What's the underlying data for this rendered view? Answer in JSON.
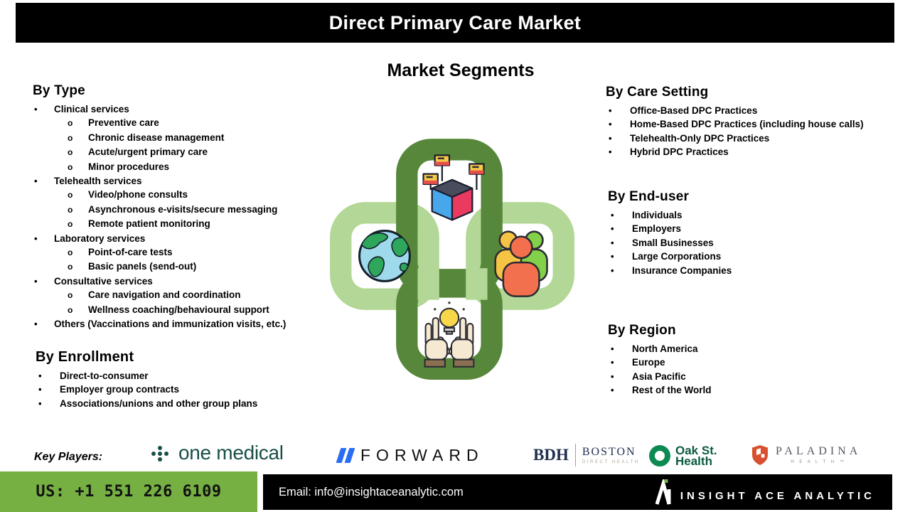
{
  "header": {
    "title": "Direct Primary Care Market"
  },
  "main_title": "Market Segments",
  "bullets": {
    "level1": "•",
    "level2": "o"
  },
  "sections": {
    "by_type": {
      "heading": "By Type",
      "items": [
        "Clinical services",
        "Preventive care",
        "Chronic disease management",
        "Acute/urgent primary care",
        "Minor procedures",
        "Telehealth services",
        "Video/phone consults",
        "Asynchronous e-visits/secure messaging",
        "Remote patient monitoring",
        "Laboratory services",
        "Point-of-care tests",
        "Basic panels (send-out)",
        "Consultative services",
        "Care navigation and coordination",
        "Wellness coaching/behavioural support",
        "Others (Vaccinations and immunization visits, etc.)"
      ]
    },
    "by_enrollment": {
      "heading": "By Enrollment",
      "items": [
        "Direct-to-consumer",
        "Employer group contracts",
        "Associations/unions and other group plans"
      ]
    },
    "by_care_setting": {
      "heading": "By Care Setting",
      "items": [
        "Office-Based DPC Practices",
        "Home-Based DPC Practices (including house calls)",
        "Telehealth-Only DPC Practices",
        "Hybrid DPC Practices"
      ]
    },
    "by_end_user": {
      "heading": "By End-user",
      "items": [
        "Individuals",
        "Employers",
        "Small Businesses",
        "Large Corporations",
        "Insurance Companies"
      ]
    },
    "by_region": {
      "heading": "By Region",
      "items": [
        "North America",
        "Europe",
        "Asia Pacific",
        "Rest of the World"
      ]
    }
  },
  "center_graphic": {
    "icons": [
      "product-cube-icon",
      "globe-icon",
      "people-group-icon",
      "hands-lightbulb-icon"
    ],
    "colors": {
      "dark_link": "#57873a",
      "light_link": "#b3d796"
    }
  },
  "key_players": {
    "label": "Key Players:",
    "one_medical": {
      "text": "one medical"
    },
    "forward": {
      "text": "FORWARD"
    },
    "bdh": {
      "abbr": "BDH",
      "name": "BOSTON",
      "tagline": "DIRECT HEALTH"
    },
    "oak_st": {
      "line1": "Oak St.",
      "line2": "Health"
    },
    "paladina": {
      "name": "PALADINA",
      "tagline": "H E A L T H ™"
    }
  },
  "footer": {
    "phone": "US: +1 551 226 6109",
    "email": "Email: info@insightaceanalytic.com",
    "brand": "INSIGHT ACE ANALYTIC"
  },
  "colors": {
    "banner": "#000000",
    "accent_green": "#76b043"
  }
}
